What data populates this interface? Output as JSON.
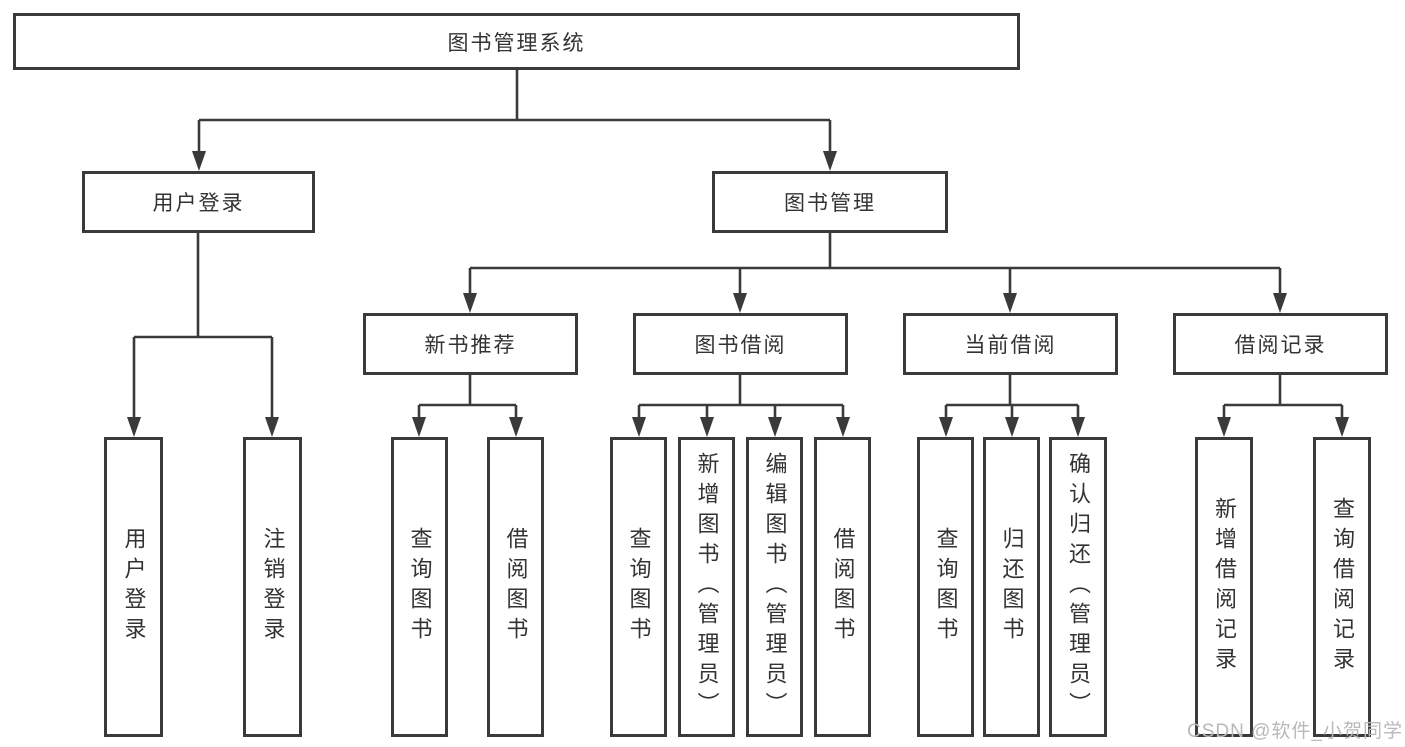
{
  "tree": {
    "root": "图书管理系统",
    "branches": [
      {
        "label": "用户登录",
        "leaves": [
          "用户登录",
          "注销登录"
        ]
      },
      {
        "label": "图书管理",
        "groups": [
          {
            "label": "新书推荐",
            "leaves": [
              "查询图书",
              "借阅图书"
            ]
          },
          {
            "label": "图书借阅",
            "leaves": [
              "查询图书",
              "新增图书（管理员）",
              "编辑图书（管理员）",
              "借阅图书"
            ]
          },
          {
            "label": "当前借阅",
            "leaves": [
              "查询图书",
              "归还图书",
              "确认归还（管理员）"
            ]
          },
          {
            "label": "借阅记录",
            "leaves": [
              "新增借阅记录",
              "查询借阅记录"
            ]
          }
        ]
      }
    ]
  },
  "watermark": {
    "text": "CSDN @软件_小贺同学"
  },
  "colors": {
    "line": "#3a3a3a",
    "text": "#333333",
    "background": "#ffffff",
    "watermark": "#b9b9b9"
  }
}
